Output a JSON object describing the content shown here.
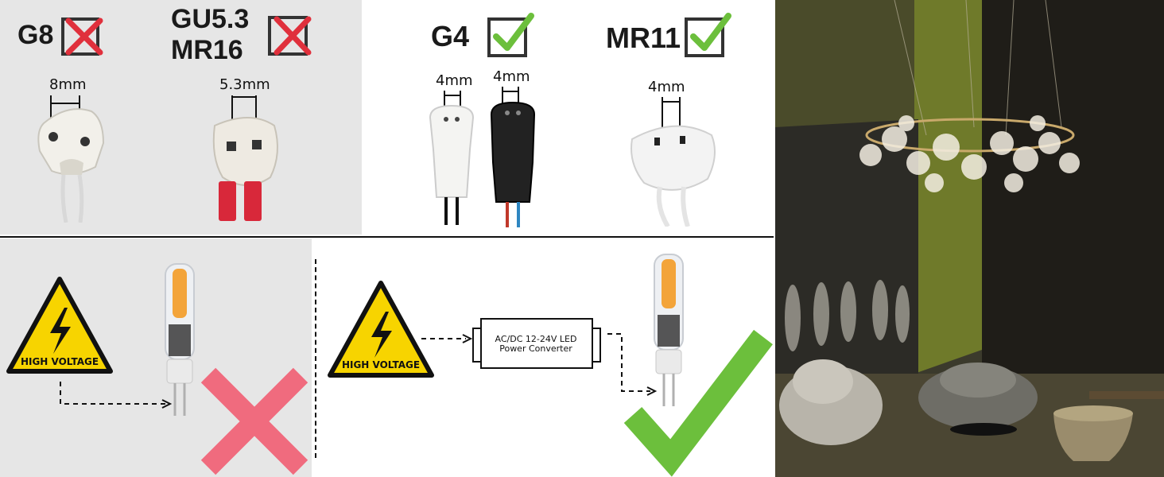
{
  "sockets": {
    "g8": {
      "label": "G8",
      "dimension": "8mm",
      "status": "not-compatible"
    },
    "gu53": {
      "label_line1": "GU5.3",
      "label_line2": "MR16",
      "dimension": "5.3mm",
      "status": "not-compatible"
    },
    "g4": {
      "label": "G4",
      "dimension_white": "4mm",
      "dimension_black": "4mm",
      "status": "compatible"
    },
    "mr11": {
      "label": "MR11",
      "dimension": "4mm",
      "status": "compatible"
    }
  },
  "wiring": {
    "wrong": {
      "warning_text": "HIGH VOLTAGE",
      "result": "cross"
    },
    "right": {
      "warning_text": "HIGH VOLTAGE",
      "converter_line1": "AC/DC 12-24V LED",
      "converter_line2": "Power Converter",
      "result": "check"
    }
  },
  "colors": {
    "check_green": "#6cbf3c",
    "cross_red": "#e0303c",
    "big_cross_pink": "#f06b7e",
    "warning_yellow": "#f7d400",
    "panel_gray": "#e6e6e6"
  }
}
